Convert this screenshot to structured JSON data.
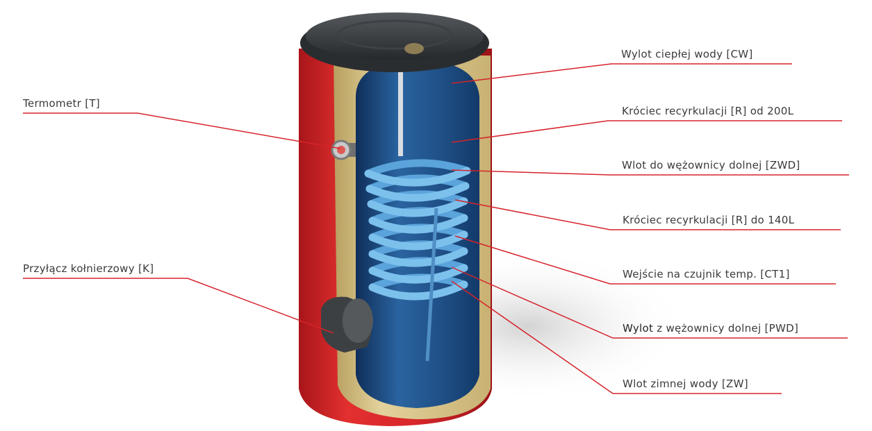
{
  "labels": {
    "termometr": "Termometr [T]",
    "przylacz": "Przyłącz kołnierzowy [K]",
    "cw": "Wylot ciepłej wody [CW]",
    "r200": "Króciec recyrkulacji [R] od 200L",
    "zwd": "Wlot do wężownicy dolnej [ZWD]",
    "r140": "Króciec recyrkulacji [R] do 140L",
    "ct1": "Wejście na czujnik temp. [CT1]",
    "pwd_bold": "Wylot",
    "pwd_rest": " z wężownicy dolnej [PWD]",
    "zw": "Wlot zimnej wody [ZW]"
  },
  "colors": {
    "leader_line": "#d6232a",
    "outer_shell": "#d8262b",
    "insulation": "#d9c58a",
    "tank_inner": "#1f4f86",
    "coil": "#4f95cf",
    "lid": "#3a3d40"
  }
}
